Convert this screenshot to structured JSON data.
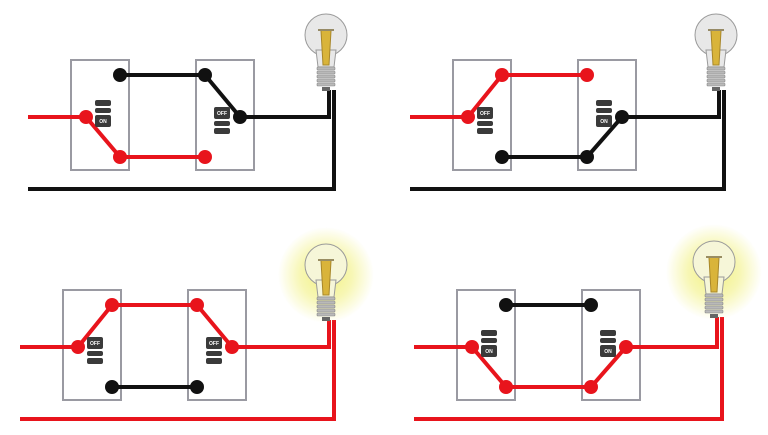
{
  "colors": {
    "live": "#e8141c",
    "dead": "#111111",
    "box_stroke": "#9a9aa2",
    "box_fill": "#ffffff",
    "toggle": "#3a3a3a",
    "glow": "#f1f07a",
    "bulb_glass": "#e8e8e8",
    "bulb_base": "#b9b9b9",
    "filament": "#d9b43a"
  },
  "switch_labels": {
    "on": "ON",
    "off": "OFF"
  },
  "panels": [
    {
      "name": "panel-top-left",
      "bulb_lit": false,
      "switches": [
        {
          "name": "switch-left",
          "state": "on",
          "label": "ON"
        },
        {
          "name": "switch-right",
          "state": "off",
          "label": "OFF"
        }
      ],
      "traveler_top_live": false,
      "traveler_bottom_live": true,
      "output_live": false,
      "return_live": false
    },
    {
      "name": "panel-top-right",
      "bulb_lit": false,
      "switches": [
        {
          "name": "switch-left",
          "state": "off",
          "label": "OFF"
        },
        {
          "name": "switch-right",
          "state": "on",
          "label": "ON"
        }
      ],
      "traveler_top_live": true,
      "traveler_bottom_live": false,
      "output_live": false,
      "return_live": false
    },
    {
      "name": "panel-bottom-left",
      "bulb_lit": true,
      "switches": [
        {
          "name": "switch-left",
          "state": "off",
          "label": "OFF"
        },
        {
          "name": "switch-right",
          "state": "off",
          "label": "OFF"
        }
      ],
      "traveler_top_live": true,
      "traveler_bottom_live": false,
      "output_live": true,
      "return_live": true
    },
    {
      "name": "panel-bottom-right",
      "bulb_lit": true,
      "switches": [
        {
          "name": "switch-left",
          "state": "on",
          "label": "ON"
        },
        {
          "name": "switch-right",
          "state": "on",
          "label": "ON"
        }
      ],
      "traveler_top_live": false,
      "traveler_bottom_live": true,
      "output_live": true,
      "return_live": true
    }
  ]
}
